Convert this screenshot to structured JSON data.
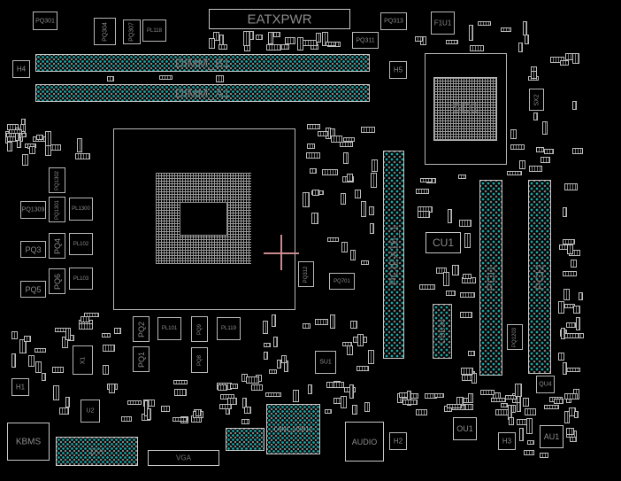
{
  "board": {
    "connectors": {
      "eatxpwr": "EATXPWR",
      "dimm_b1": "DIMM_B1",
      "dimm_a1": "DIMM_A1",
      "pciex16": "PCIEX16_1",
      "pci1": "PCI1",
      "pci2": "PCI2",
      "kbms": "KBMS",
      "dvi": "DVI",
      "vga": "VGA",
      "lan_usb": "LAN1_USB12",
      "audio": "AUDIO",
      "usb34": "USB34"
    },
    "chips": {
      "sd1": "SD1",
      "cu1": "CU1",
      "ou1": "OU1",
      "au1": "AU1",
      "qu4": "QU4",
      "u2": "U2",
      "su1": "SU1",
      "f1u1": "F1U1",
      "x1": "X1",
      "sx2": "SX2"
    },
    "power": {
      "pq301": "PQ301",
      "pq304": "PQ304",
      "pq307": "PQ307",
      "pl118": "PL118",
      "pq311": "PQ311",
      "pq313": "PQ313",
      "pq1309": "PQ1309",
      "pq1302": "PQ1302",
      "pq1301": "PQ1301",
      "pl1300": "PL1300",
      "pq3": "PQ3",
      "pq4": "PQ4",
      "pl102": "PL102",
      "pq5": "PQ5",
      "pq6": "PQ6",
      "pl103": "PL103",
      "pq2": "PQ2",
      "pl101": "PL101",
      "pq9": "PQ9",
      "pl119": "PL119",
      "pq1": "PQ1",
      "pq8": "PQ8",
      "pq312": "PQ312",
      "pq701": "PQ701",
      "pq1203": "PQ1203"
    },
    "holes": {
      "h1": "H1",
      "h2": "H2",
      "h3": "H3",
      "h4": "H4",
      "h5": "H5"
    },
    "colors": {
      "background": "#000000",
      "outline": "#b8b8b8",
      "pin": "#1aa3a3",
      "cursor": "#c98a8f"
    }
  }
}
